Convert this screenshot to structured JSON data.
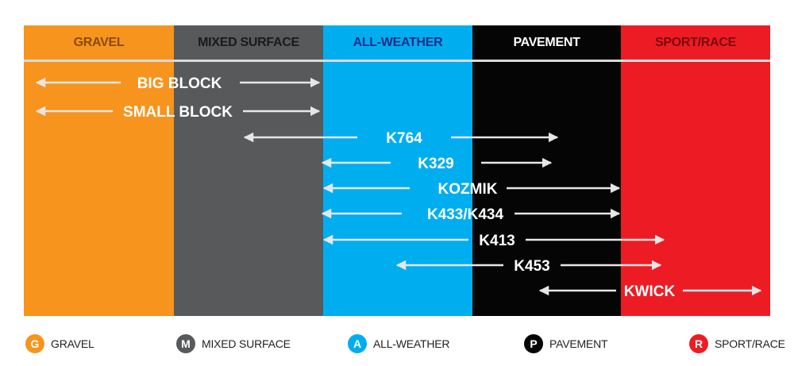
{
  "columns": [
    {
      "label": "GRAVEL",
      "bg": "#f7941d",
      "header_color": "#8a4b08"
    },
    {
      "label": "MIXED SURFACE",
      "bg": "#58595b",
      "header_color": "#1a1a1a"
    },
    {
      "label": "ALL-WEATHER",
      "bg": "#00aeef",
      "header_color": "#1d2f8a"
    },
    {
      "label": "PAVEMENT",
      "bg": "#050505",
      "header_color": "#ffffff"
    },
    {
      "label": "SPORT/RACE",
      "bg": "#ed1c24",
      "header_color": "#7a0a0e"
    }
  ],
  "arrows": [
    {
      "label": "BIG BLOCK",
      "from": "GRAVEL",
      "to": "MIXED SURFACE"
    },
    {
      "label": "SMALL BLOCK",
      "from": "GRAVEL",
      "to": "MIXED SURFACE"
    },
    {
      "label": "K764",
      "from": "MIXED SURFACE",
      "to": "PAVEMENT"
    },
    {
      "label": "K329",
      "from": "ALL-WEATHER",
      "to": "PAVEMENT"
    },
    {
      "label": "KOZMIK",
      "from": "ALL-WEATHER",
      "to": "PAVEMENT"
    },
    {
      "label": "K433/K434",
      "from": "ALL-WEATHER",
      "to": "PAVEMENT"
    },
    {
      "label": "K413",
      "from": "ALL-WEATHER",
      "to": "SPORT/RACE"
    },
    {
      "label": "K453",
      "from": "ALL-WEATHER",
      "to": "SPORT/RACE"
    },
    {
      "label": "KWICK",
      "from": "PAVEMENT",
      "to": "SPORT/RACE"
    }
  ],
  "legend": [
    {
      "letter": "G",
      "label": "GRAVEL",
      "color": "#f7941d"
    },
    {
      "letter": "M",
      "label": "MIXED SURFACE",
      "color": "#58595b"
    },
    {
      "letter": "A",
      "label": "ALL-WEATHER",
      "color": "#00aeef"
    },
    {
      "letter": "P",
      "label": "PAVEMENT",
      "color": "#050505"
    },
    {
      "letter": "R",
      "label": "SPORT/RACE",
      "color": "#ed1c24"
    }
  ],
  "arrow_color": "#e6e6e6"
}
